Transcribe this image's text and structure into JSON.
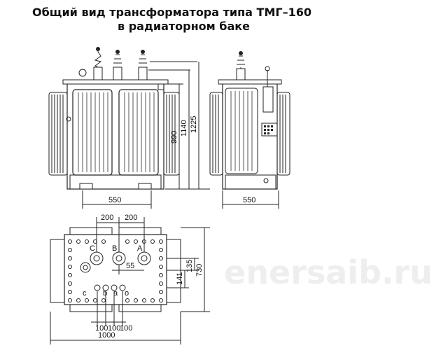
{
  "title": {
    "line1": "Общий вид трансформатора типа ТМГ–160",
    "line2": "в радиаторном баке"
  },
  "front_view": {
    "width": "550",
    "heights": [
      "990",
      "1140",
      "1225"
    ]
  },
  "side_view": {
    "width": "550"
  },
  "plan_view": {
    "spacing_top": [
      "200",
      "200"
    ],
    "hv_phases": [
      "C",
      "B",
      "A"
    ],
    "lv_phases": [
      "c",
      "b",
      "a",
      "o"
    ],
    "lv_spacing": [
      "100",
      "100",
      "100"
    ],
    "offset": "55",
    "dims_right": [
      "141",
      "135",
      "730"
    ],
    "total_width": "1000"
  },
  "watermark": "enersaib.ru"
}
